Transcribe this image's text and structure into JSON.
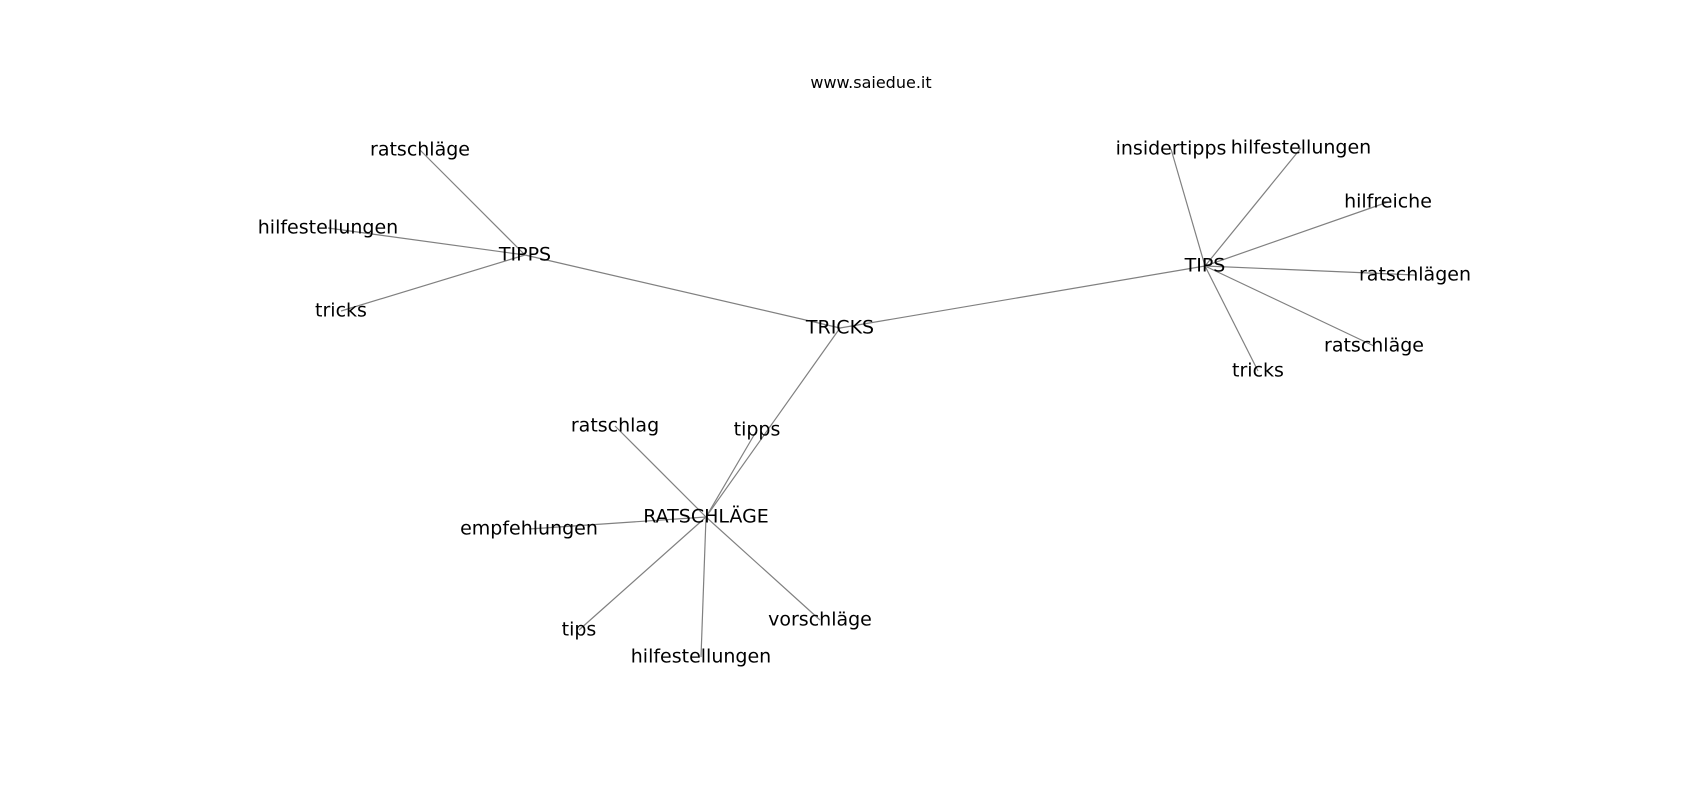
{
  "watermark": "www.saiedue.it",
  "colors": {
    "edge": "#808080",
    "text": "#000000",
    "background": "#ffffff"
  },
  "nodes": [
    {
      "id": "tricks_center",
      "label": "TRICKS"
    },
    {
      "id": "tipps_hub",
      "label": "TIPPS"
    },
    {
      "id": "tips_hub",
      "label": "TIPS"
    },
    {
      "id": "ratschlaege_hub",
      "label": "RATSCHLÄGE"
    },
    {
      "id": "tipps_ratschlaege",
      "label": "ratschläge"
    },
    {
      "id": "tipps_hilfestellungen",
      "label": "hilfestellungen"
    },
    {
      "id": "tipps_tricks",
      "label": "tricks"
    },
    {
      "id": "tips_insidertipps",
      "label": "insidertipps"
    },
    {
      "id": "tips_hilfestellungen",
      "label": "hilfestellungen"
    },
    {
      "id": "tips_hilfreiche",
      "label": "hilfreiche"
    },
    {
      "id": "tips_ratschlaegen",
      "label": "ratschlägen"
    },
    {
      "id": "tips_ratschlaege",
      "label": "ratschläge"
    },
    {
      "id": "tips_tricks",
      "label": "tricks"
    },
    {
      "id": "r_ratschlag",
      "label": "ratschlag"
    },
    {
      "id": "r_tipps",
      "label": "tipps"
    },
    {
      "id": "r_empfehlungen",
      "label": "empfehlungen"
    },
    {
      "id": "r_tips",
      "label": "tips"
    },
    {
      "id": "r_hilfestellungen",
      "label": "hilfestellungen"
    },
    {
      "id": "r_vorschlaege",
      "label": "vorschläge"
    }
  ],
  "edges": [
    [
      "tricks_center",
      "tipps_hub"
    ],
    [
      "tricks_center",
      "tips_hub"
    ],
    [
      "tricks_center",
      "ratschlaege_hub"
    ],
    [
      "tipps_hub",
      "tipps_ratschlaege"
    ],
    [
      "tipps_hub",
      "tipps_hilfestellungen"
    ],
    [
      "tipps_hub",
      "tipps_tricks"
    ],
    [
      "tips_hub",
      "tips_insidertipps"
    ],
    [
      "tips_hub",
      "tips_hilfestellungen"
    ],
    [
      "tips_hub",
      "tips_hilfreiche"
    ],
    [
      "tips_hub",
      "tips_ratschlaegen"
    ],
    [
      "tips_hub",
      "tips_ratschlaege"
    ],
    [
      "tips_hub",
      "tips_tricks"
    ],
    [
      "ratschlaege_hub",
      "r_ratschlag"
    ],
    [
      "ratschlaege_hub",
      "r_tipps"
    ],
    [
      "ratschlaege_hub",
      "r_empfehlungen"
    ],
    [
      "ratschlaege_hub",
      "r_tips"
    ],
    [
      "ratschlaege_hub",
      "r_hilfestellungen"
    ],
    [
      "ratschlaege_hub",
      "r_vorschlaege"
    ]
  ]
}
